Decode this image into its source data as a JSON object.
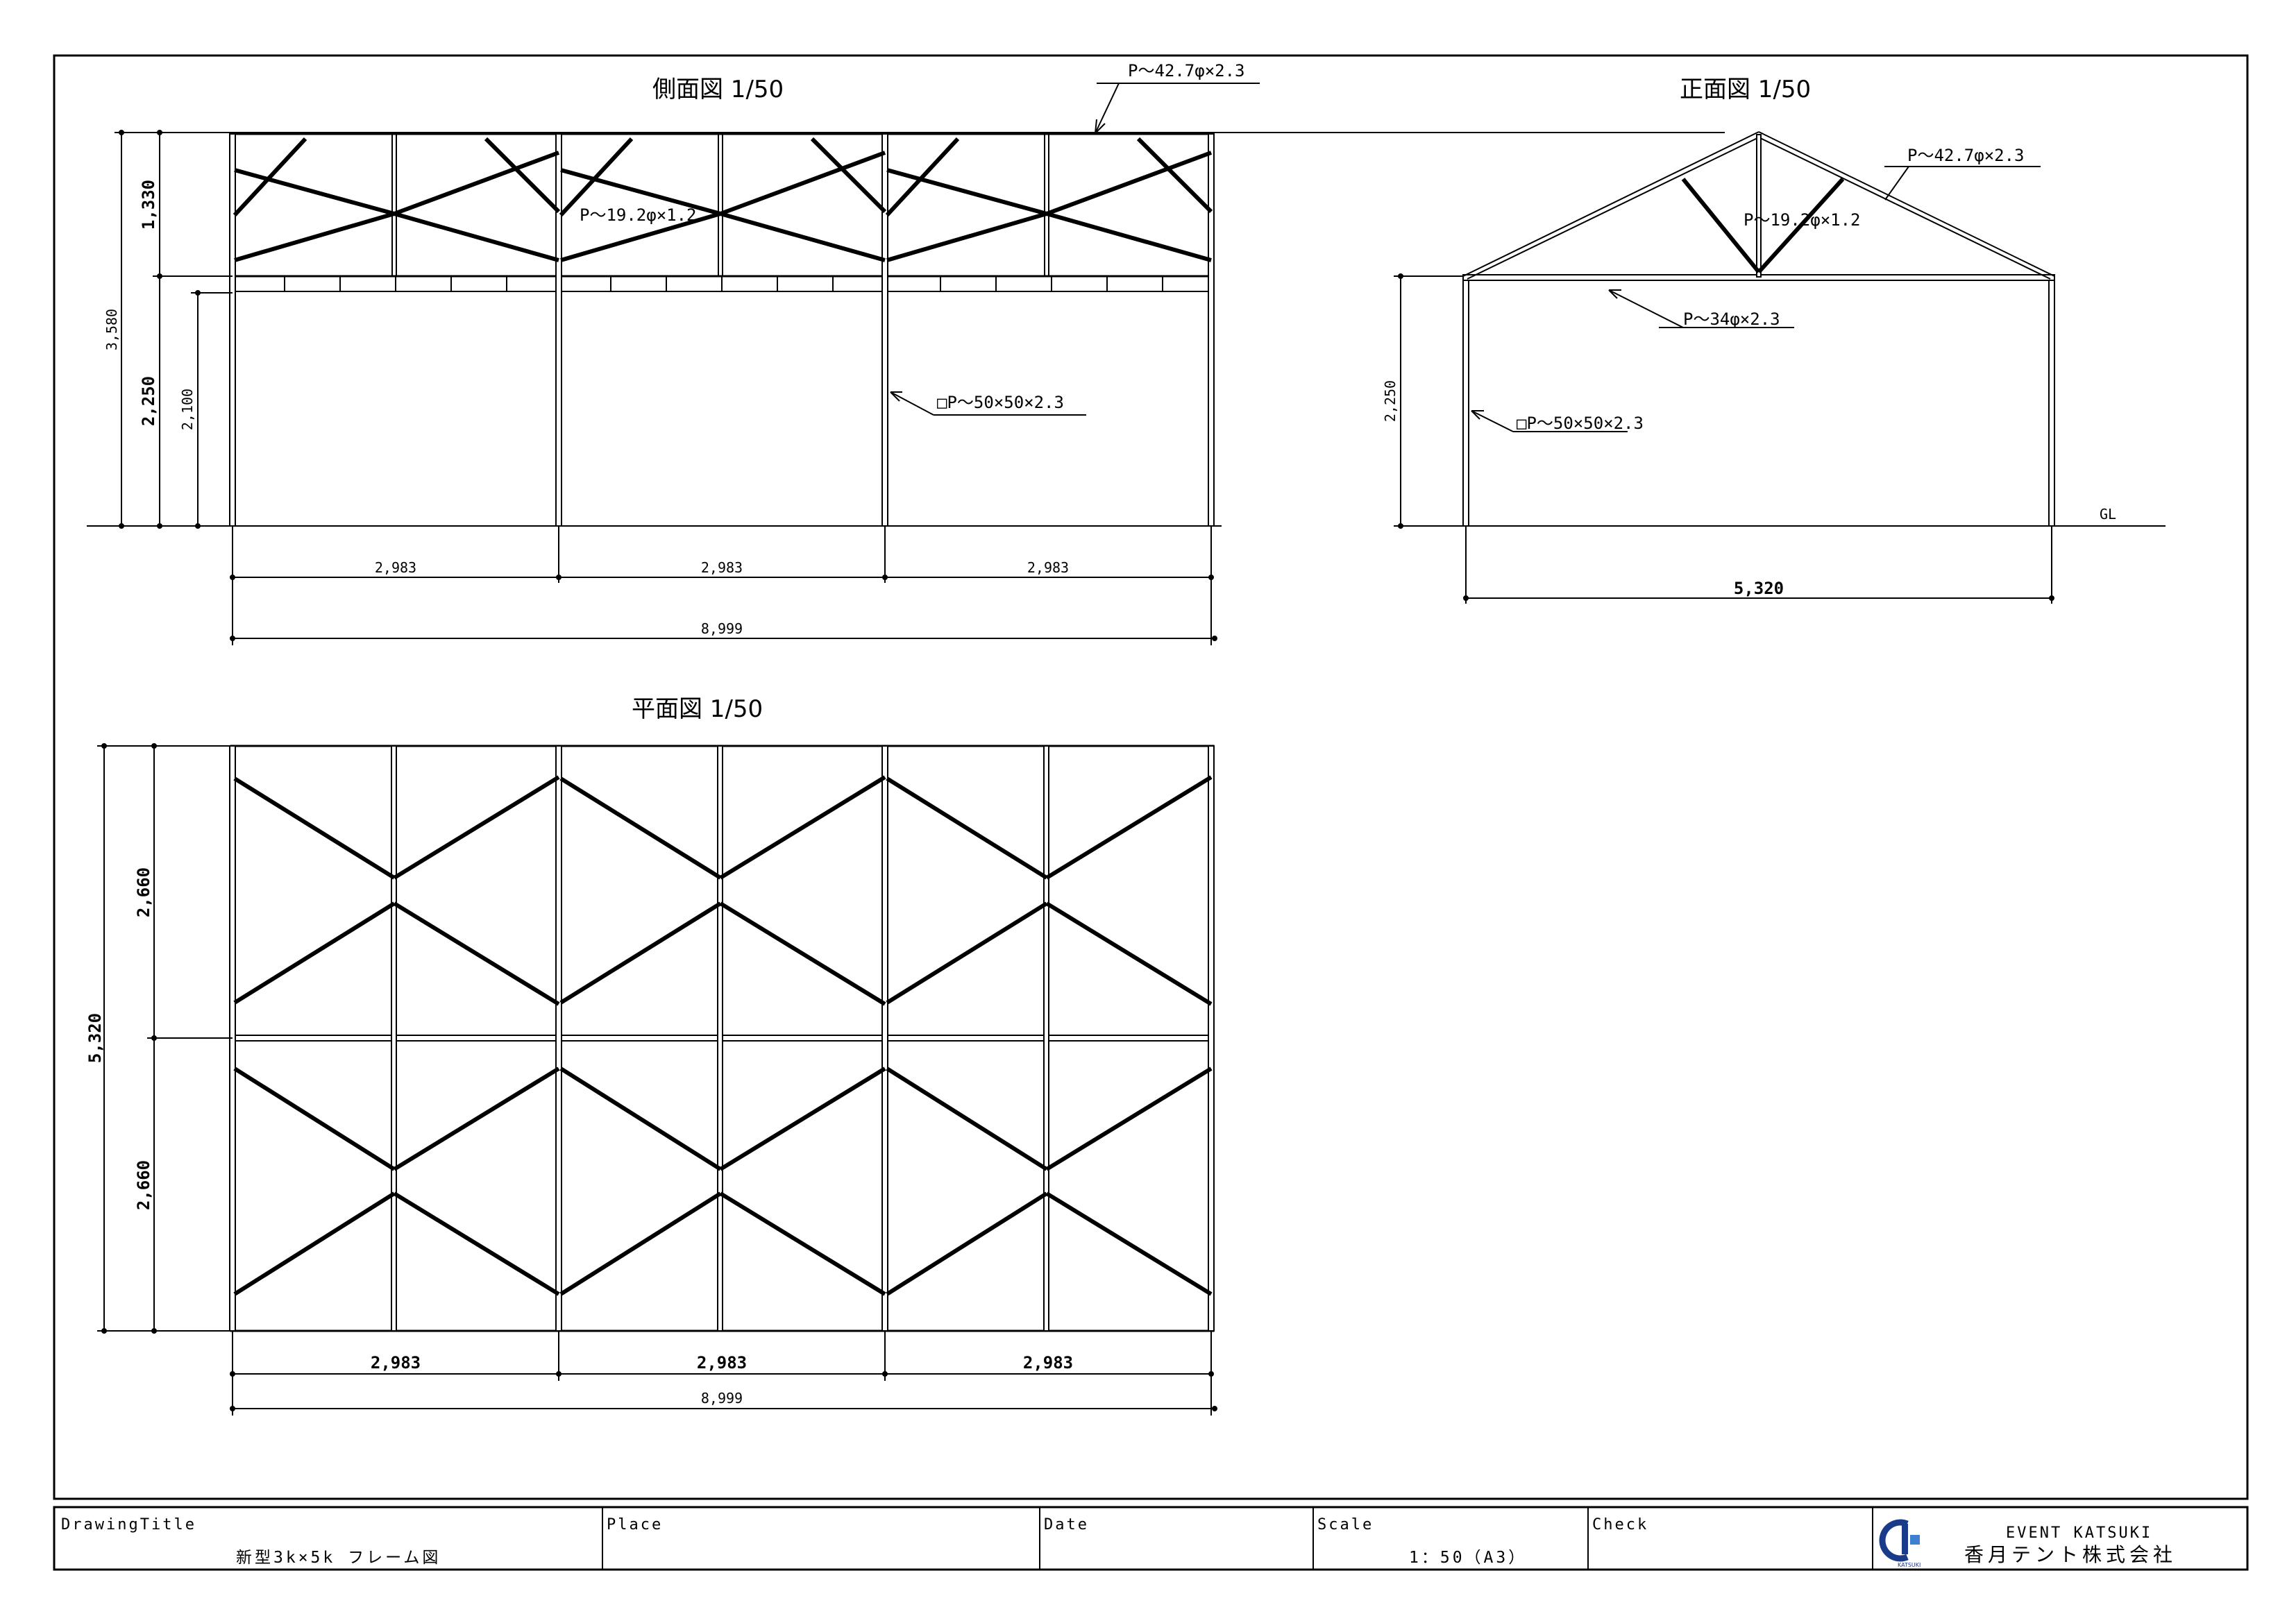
{
  "views": {
    "side": {
      "title": "側面図  1/50",
      "height_total": "3,580",
      "height_upper": "1,330",
      "height_lower": "2,250",
      "height_door": "2,100",
      "bay_widths": [
        "2,983",
        "2,983",
        "2,983"
      ],
      "total_width": "8,999",
      "spec_ridge": "P～42.7φ×2.3",
      "spec_brace": "P～19.2φ×1.2",
      "spec_post": "□P～50×50×2.3"
    },
    "front": {
      "title": "正面図  1/50",
      "height": "2,250",
      "width": "5,320",
      "ground_label": "GL",
      "spec_rafter": "P～42.7φ×2.3",
      "spec_brace": "P～19.2φ×1.2",
      "spec_beam": "P～34φ×2.3",
      "spec_post": "□P～50×50×2.3"
    },
    "plan": {
      "title": "平面図  1/50",
      "total_depth": "5,320",
      "half_depths": [
        "2,660",
        "2,660"
      ],
      "bay_widths": [
        "2,983",
        "2,983",
        "2,983"
      ],
      "total_width": "8,999"
    }
  },
  "title_block": {
    "drawing_title_label": "DrawingTitle",
    "drawing_title_value": "新型3k×5k フレーム図",
    "place_label": "Place",
    "place_value": "",
    "date_label": "Date",
    "date_value": "",
    "scale_label": "Scale",
    "scale_value": "1：50（A3）",
    "check_label": "Check",
    "check_value": "",
    "company_en": "EVENT KATSUKI",
    "company_jp": "香月テント株式会社",
    "logo_text": "KATSUKI",
    "logo_icon": "katsuki-logo-icon",
    "logo_colors": {
      "primary": "#1a3a8a",
      "accent": "#3d7fd0"
    }
  }
}
